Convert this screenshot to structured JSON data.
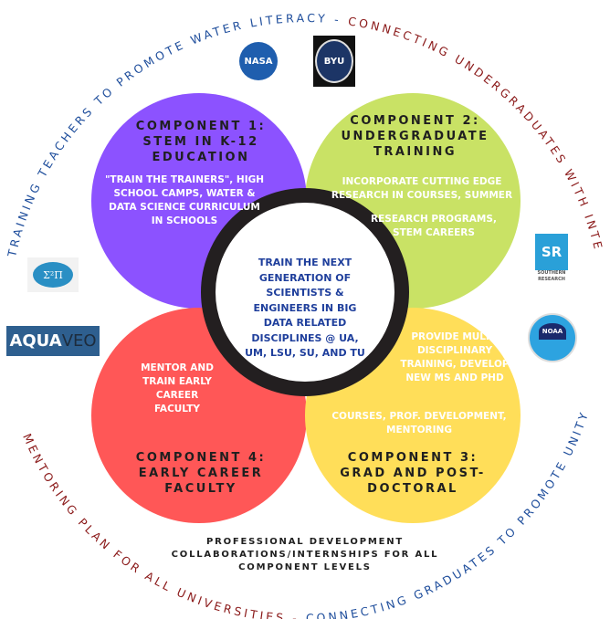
{
  "ring": {
    "top_text_a": "TRAINING TEACHERS TO PROMOTE WATER LITERACY - ",
    "top_text_b": "CONNECTING UNDERGRADUATES WITH INTERNSHIPS",
    "bottom_text_a": "MENTORING PLAN FOR ALL UNIVERSITIES - ",
    "bottom_text_b": "CONNECTING GRADUATES TO PROMOTE UNITY",
    "colors": {
      "blue": "#1f4e9c",
      "red": "#8b1a1a"
    }
  },
  "center": {
    "text": "TRAIN THE NEXT GENERATION OF SCIENTISTS & ENGINEERS IN BIG DATA RELATED DISCIPLINES @ UA, UM, LSU, SU, AND TU",
    "color": "#1f3f9c"
  },
  "components": [
    {
      "title": "COMPONENT 1: STEM IN K-12 EDUCATION",
      "body": "\"TRAIN THE TRAINERS\", HIGH SCHOOL CAMPS, WATER & DATA SCIENCE CURRICULUM IN SCHOOLS",
      "color": "#8c52ff"
    },
    {
      "title": "COMPONENT 2: UNDERGRADUATE TRAINING",
      "body_a": "INCORPORATE CUTTING EDGE RESEARCH IN COURSES, SUMMER",
      "body_b": "RESEARCH PROGRAMS, STEM CAREERS",
      "color": "#c9e265"
    },
    {
      "title": "COMPONENT 3: GRAD AND POST-DOCTORAL",
      "body_a": "PROVIDE MULTI-DISCIPLINARY TRAINING, DEVELOP NEW MS AND PHD",
      "body_b": "COURSES, PROF. DEVELOPMENT, MENTORING",
      "color": "#ffde59"
    },
    {
      "title": "COMPONENT 4: EARLY CAREER FACULTY",
      "body": "MENTOR AND TRAIN EARLY CAREER FACULTY",
      "color": "#ff5757"
    }
  ],
  "footer": "PROFESSIONAL DEVELOPMENT COLLABORATIONS/INTERNSHIPS FOR ALL COMPONENT LEVELS",
  "logos": {
    "nasa": "NASA",
    "byu": "BYU",
    "sigma": "Σ²Π",
    "aquaveo_a": "AQUA",
    "aquaveo_b": "VEO",
    "sr": "SR",
    "sr_sub": "SOUTHERN RESEARCH",
    "noaa": "NOAA"
  }
}
